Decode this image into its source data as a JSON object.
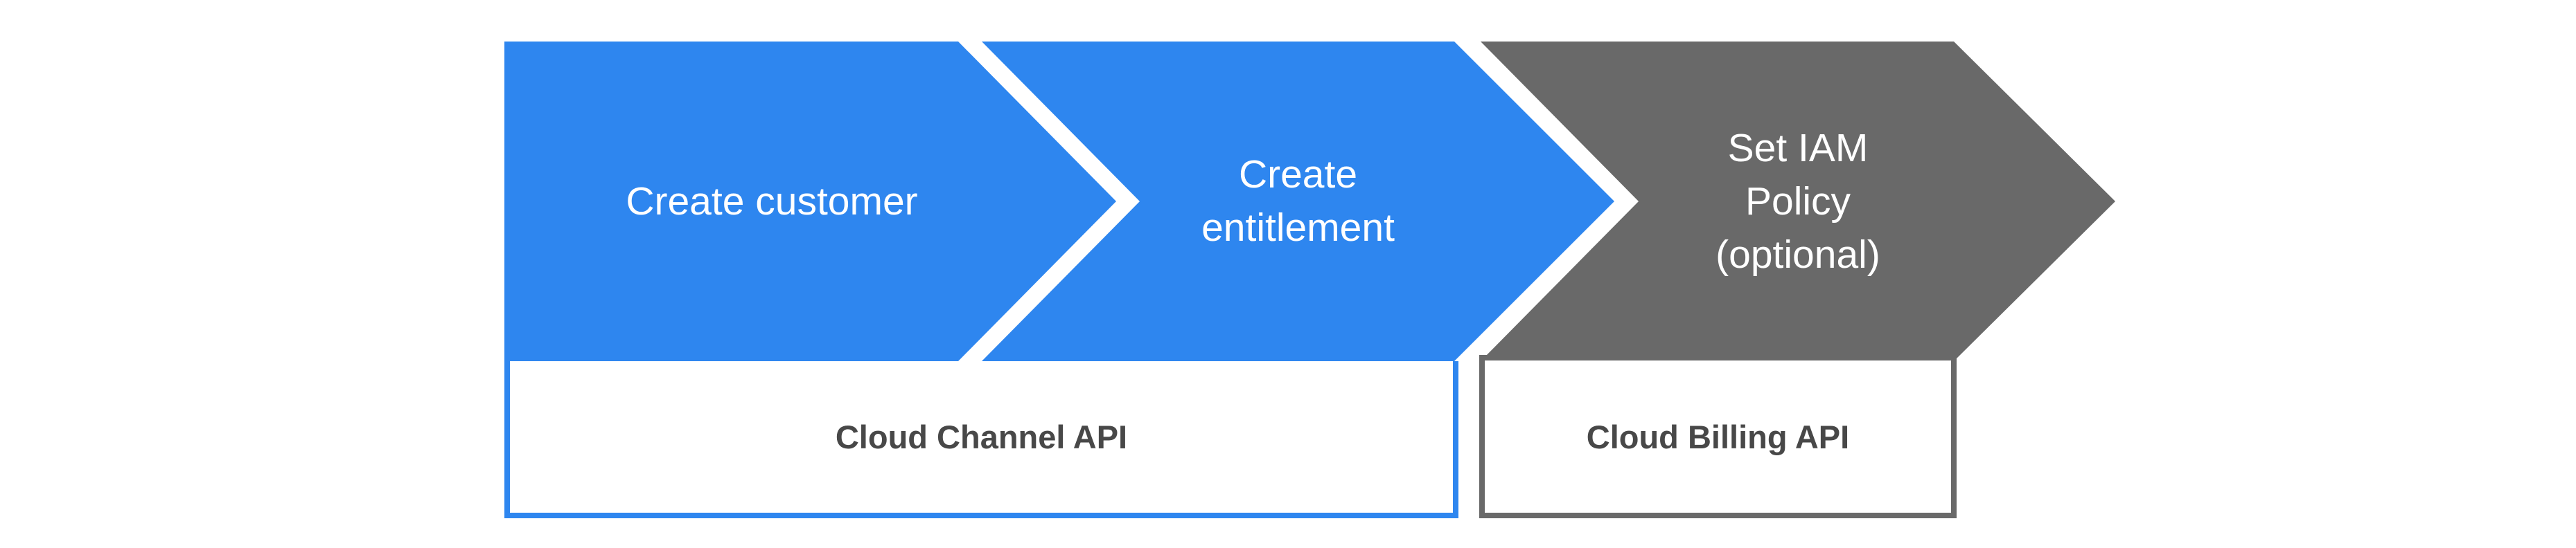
{
  "diagram": {
    "type": "process-flow",
    "background": "#ffffff",
    "steps": [
      {
        "id": "create-customer",
        "lines": [
          "Create customer"
        ],
        "fill": "#2e86ef",
        "text_color": "#ffffff"
      },
      {
        "id": "create-entitlement",
        "lines": [
          "Create",
          "entitlement"
        ],
        "fill": "#2e86ef",
        "text_color": "#ffffff"
      },
      {
        "id": "set-iam-policy",
        "lines": [
          "Set IAM",
          "Policy",
          "(optional)"
        ],
        "fill": "#696969",
        "text_color": "#ffffff"
      }
    ],
    "api_boxes": [
      {
        "id": "cloud-channel-api",
        "label": "Cloud Channel API",
        "border_color": "#2e86ef",
        "text_color": "#484848"
      },
      {
        "id": "cloud-billing-api",
        "label": "Cloud Billing API",
        "border_color": "#696969",
        "text_color": "#484848"
      }
    ]
  }
}
